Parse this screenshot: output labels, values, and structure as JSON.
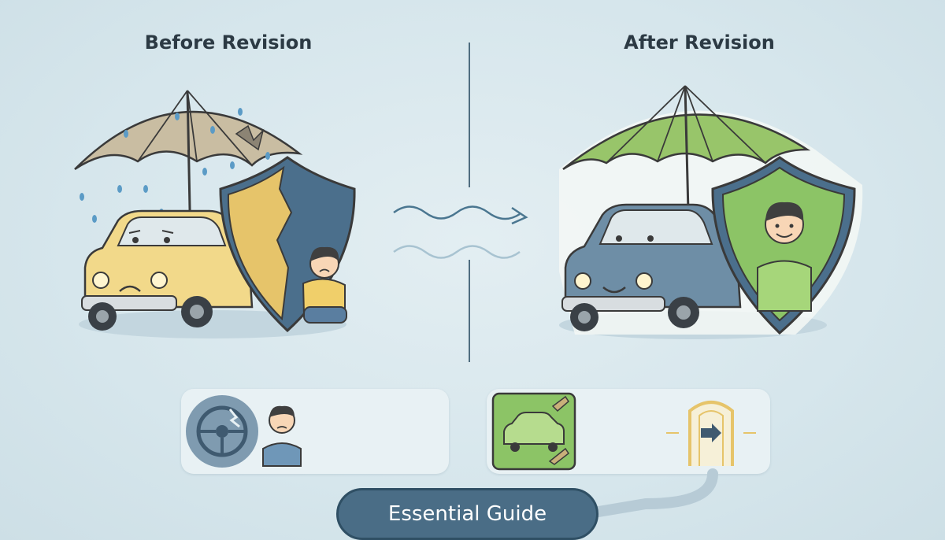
{
  "before": {
    "heading": "Before Revision"
  },
  "after": {
    "heading": "After Revision"
  },
  "guide": {
    "label": "Essential Guide"
  },
  "colors": {
    "background": "#d6e6ec",
    "divider": "#4f6d80",
    "guide_pill": "#4a6d86",
    "before_umbrella": "#c9bda2",
    "after_umbrella": "#98c56a",
    "before_car": "#f2d98a",
    "after_car": "#6e8ea6",
    "shield_blue": "#4b6f8c",
    "shield_gold": "#e6c46a",
    "shield_green": "#8cc466",
    "wave_stroke": "#4a7690"
  },
  "icons": {
    "before_umbrella": "torn-umbrella-icon",
    "after_umbrella": "umbrella-icon",
    "broken_wheel": "broken-steering-wheel-icon",
    "repair_car": "car-repair-icon",
    "door_arrow": "door-arrow-icon"
  }
}
